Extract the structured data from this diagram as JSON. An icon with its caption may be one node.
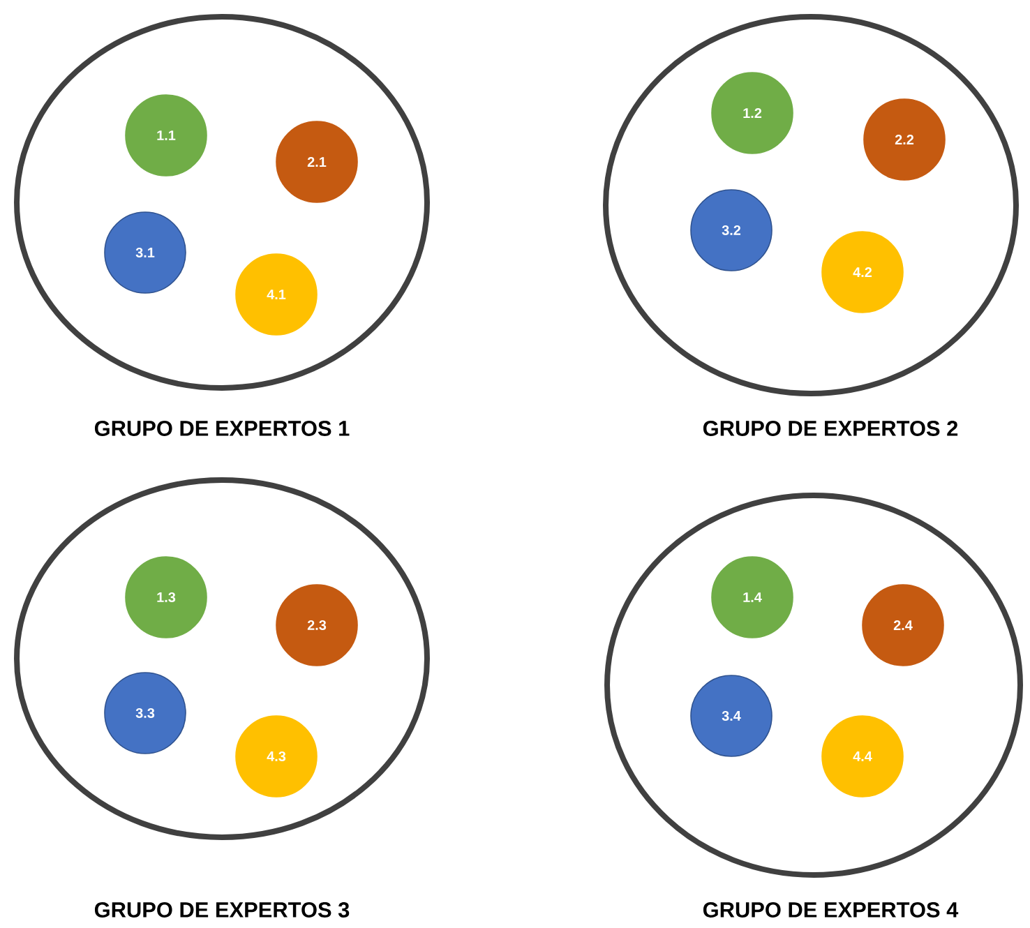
{
  "diagram": {
    "nodes": [
      {
        "text": [
          "GRUPO DE EXPERTOS 1"
        ]
      },
      {
        "text": [
          "1.1"
        ],
        "in": 0
      },
      {
        "text": [
          "2.1"
        ],
        "in": 0
      },
      {
        "text": [
          "3.1"
        ],
        "in": 0
      },
      {
        "text": [
          "4.1"
        ],
        "in": 0
      },
      {
        "text": [
          "GRUPO DE EXPERTOS 2"
        ]
      },
      {
        "text": [
          "1.2"
        ],
        "in": 5
      },
      {
        "text": [
          "2.2"
        ],
        "in": 5
      },
      {
        "text": [
          "3.2"
        ],
        "in": 5
      },
      {
        "text": [
          "4.2"
        ],
        "in": 5
      },
      {
        "text": [
          "GRUPO DE EXPERTOS 3"
        ]
      },
      {
        "text": [
          "1.3"
        ],
        "in": 10
      },
      {
        "text": [
          "2.3"
        ],
        "in": 10
      },
      {
        "text": [
          "3.3"
        ],
        "in": 10
      },
      {
        "text": [
          "4.3"
        ],
        "in": 10
      },
      {
        "text": [
          "GRUPO DE EXPERTOS 4"
        ]
      },
      {
        "text": [
          "1.4"
        ],
        "in": 15
      },
      {
        "text": [
          "2.4"
        ],
        "in": 15
      },
      {
        "text": [
          "3.4"
        ],
        "in": 15
      },
      {
        "text": [
          "4.4"
        ],
        "in": 15
      }
    ]
  }
}
